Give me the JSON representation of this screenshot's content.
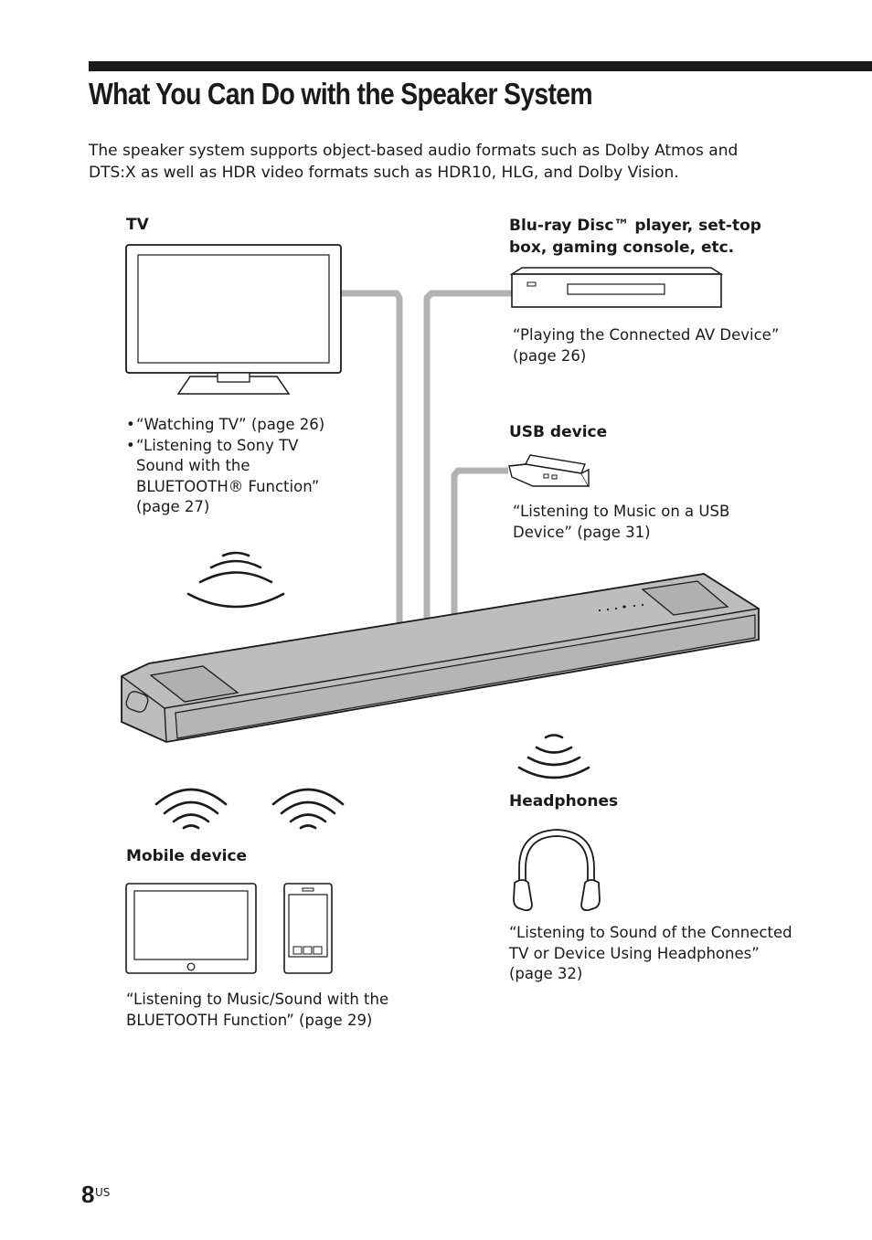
{
  "page": {
    "title": "What You Can Do with the Speaker System",
    "intro": "The speaker system supports object-based audio formats such as Dolby Atmos and DTS:X as well as HDR video formats such as HDR10, HLG, and Dolby Vision.",
    "page_number": "8",
    "page_suffix": "US"
  },
  "tv": {
    "label": "TV",
    "bullets": [
      "“Watching TV” (page 26)",
      "“Listening to Sony TV Sound with the BLUETOOTH® Function” (page 27)"
    ]
  },
  "player": {
    "label_line1": "Blu-ray Disc™ player, set-top",
    "label_line2": "box, gaming console, etc.",
    "ref_line1": "“Playing the Connected AV Device”",
    "ref_line2": "(page 26)"
  },
  "usb": {
    "label": "USB device",
    "ref_line1": "“Listening to Music on a USB",
    "ref_line2": "Device” (page 31)"
  },
  "headphones": {
    "label": "Headphones",
    "ref_line1": "“Listening to Sound of the Connected",
    "ref_line2": "TV or Device Using Headphones”",
    "ref_line3": "(page 32)"
  },
  "mobile": {
    "label": "Mobile device",
    "ref_line1": "“Listening to Music/Sound with the",
    "ref_line2": "BLUETOOTH Function” (page 29)"
  },
  "icons": [
    "tv-icon",
    "disc-player-icon",
    "usb-stick-icon",
    "soundbar-icon",
    "wireless-wave-icon",
    "headphones-icon",
    "tablet-icon",
    "smartphone-icon"
  ]
}
